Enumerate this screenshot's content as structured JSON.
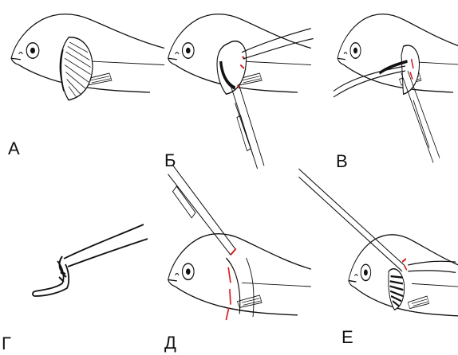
{
  "panels": [
    {
      "label": "А",
      "step": "gill-cover-view"
    },
    {
      "label": "Б",
      "step": "lift-operculum-with-forceps"
    },
    {
      "label": "В",
      "step": "cut-gill-arch"
    },
    {
      "label": "Г",
      "step": "isolated-gill-arch-in-forceps"
    },
    {
      "label": "Д",
      "step": "scalpel-incision-line"
    },
    {
      "label": "Е",
      "step": "remove-gills"
    }
  ],
  "colors": {
    "line": "#111111",
    "cut_mark": "#d42020",
    "background": "#ffffff"
  }
}
